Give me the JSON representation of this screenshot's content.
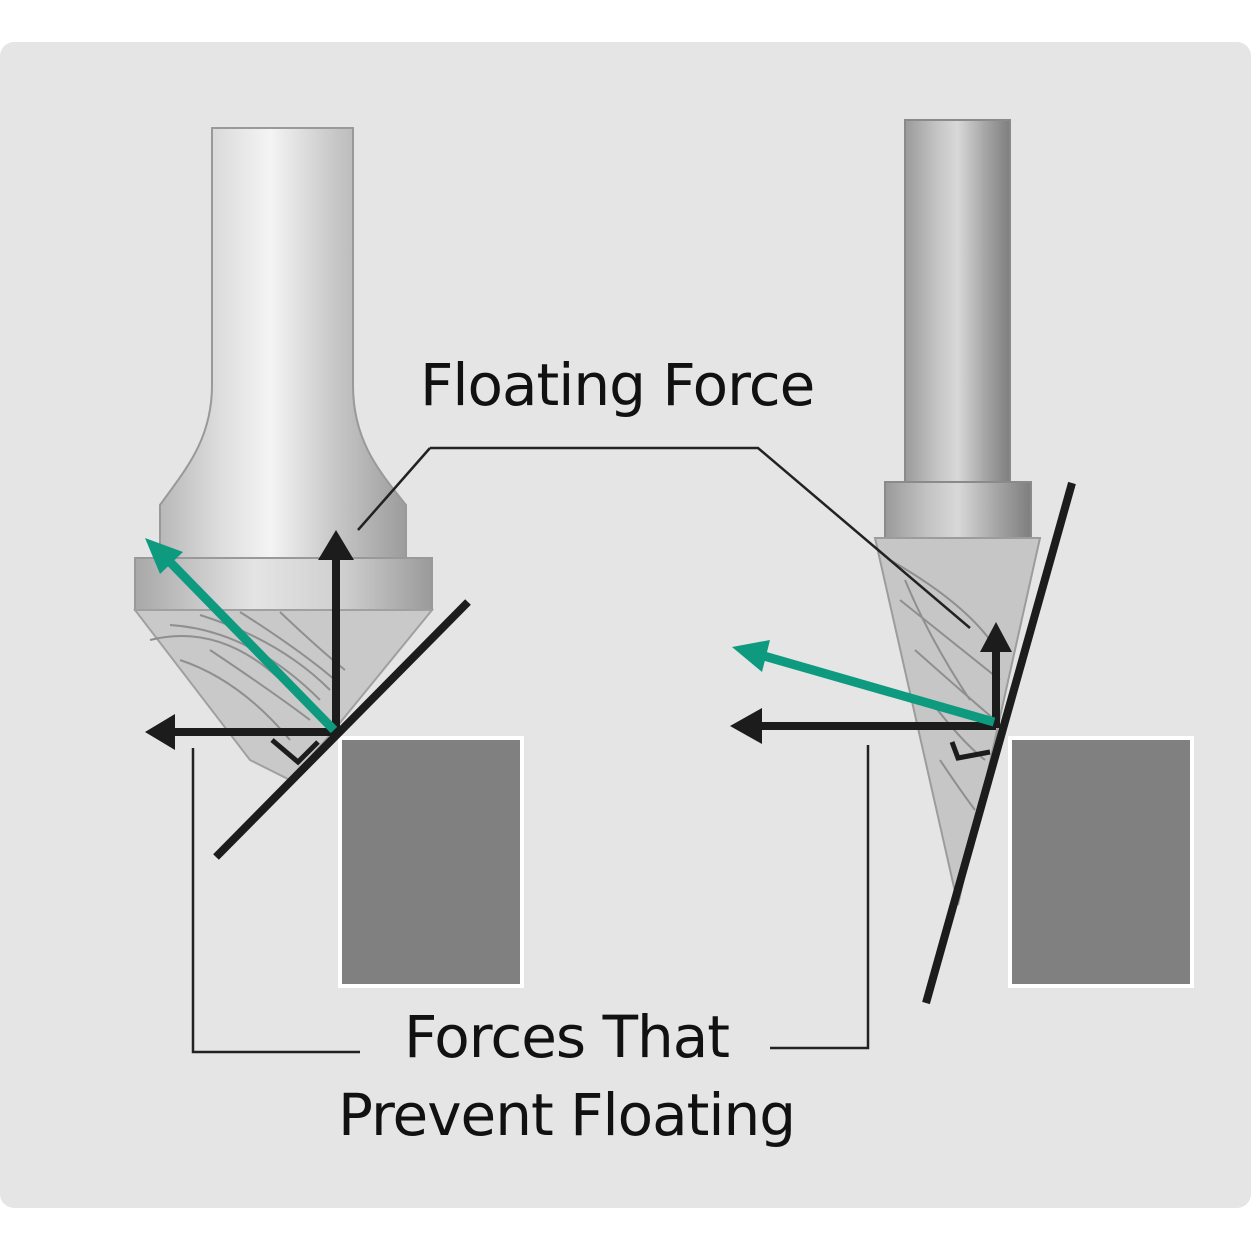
{
  "labels": {
    "floating_force": "Floating Force",
    "prevent_line1": "Forces That",
    "prevent_line2": "Prevent Floating"
  },
  "colors": {
    "background": "#e5e5e5",
    "resultant_arrow": "#0e9a7e",
    "force_arrow": "#1c1c1c",
    "workpiece": "#808080",
    "leader_line": "#222222"
  },
  "icons": [
    "ball-nose-burr",
    "cone-burr",
    "workpiece-block",
    "force-arrow",
    "resultant-force-arrow",
    "right-angle-mark"
  ]
}
